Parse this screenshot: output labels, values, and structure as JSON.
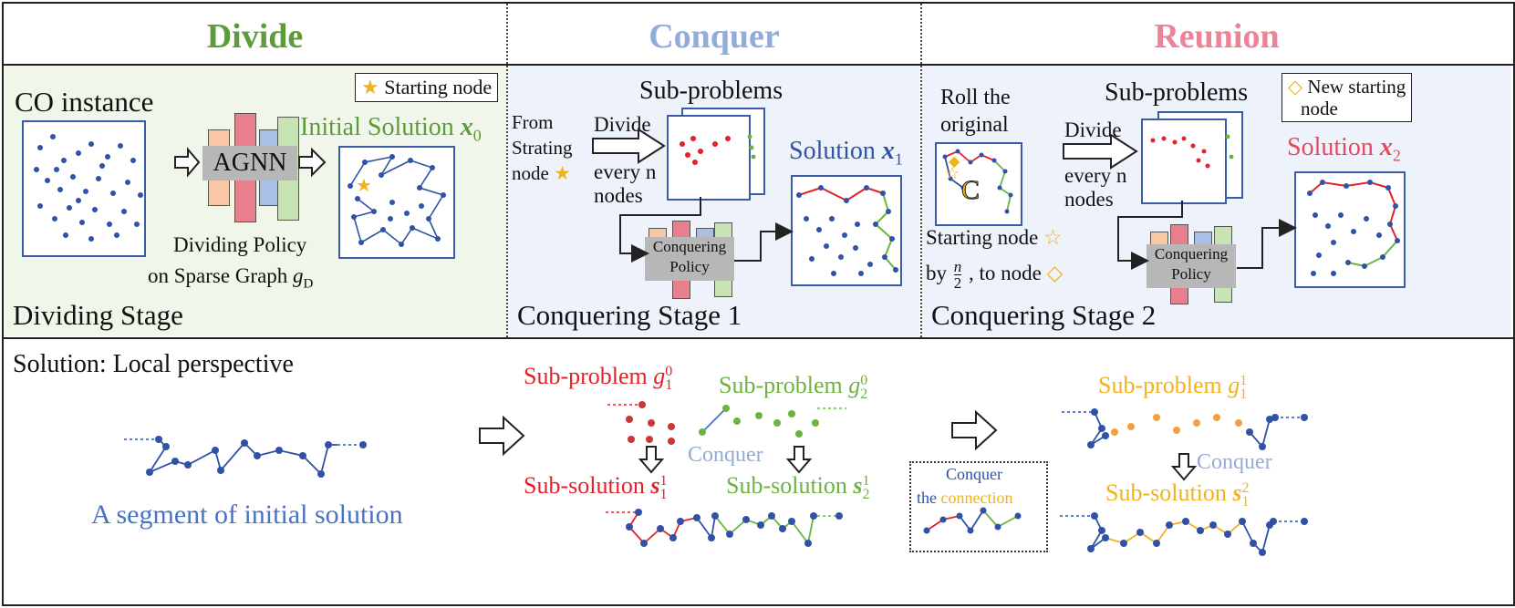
{
  "headers": {
    "divide": "Divide",
    "conquer": "Conquer",
    "reunion": "Reunion"
  },
  "colors": {
    "divide": "#5e9b3a",
    "conquer": "#90acdc",
    "reunion": "#ec8397",
    "node_blue": "#2f52a6",
    "red": "#e5202a",
    "green": "#6db33f",
    "yellow": "#f2b21b",
    "panel_green_bg": "#f1f6ea",
    "panel_blue_bg": "#eef3fb"
  },
  "divide_panel": {
    "instance_label": "CO instance",
    "legend_starting": "Starting node",
    "agnn_label": "AGNN",
    "initial_solution_label": "Initial Solution",
    "initial_solution_symbol": "x",
    "initial_solution_sub": "0",
    "policy_line1": "Dividing Policy",
    "policy_line2": "on Sparse Graph",
    "graph_symbol": "g",
    "graph_sub": "D",
    "stage_label": "Dividing Stage"
  },
  "conquer_panel": {
    "subproblems_label": "Sub-problems",
    "from_line1": "From",
    "from_line2": "Strating",
    "from_line3": "node",
    "divide_label": "Divide",
    "every_line1": "every n",
    "every_line2": "nodes",
    "solution_label": "Solution",
    "solution_symbol": "x",
    "solution_sub": "1",
    "policy_line1": "Conquering",
    "policy_line2": "Policy",
    "stage_label": "Conquering Stage 1"
  },
  "reunion_panel": {
    "roll_line1": "Roll the",
    "roll_line2": "original",
    "subproblems_label": "Sub-problems",
    "legend_line1": "New starting",
    "legend_line2": "node",
    "divide_label": "Divide",
    "every_line1": "every n",
    "every_line2": "nodes",
    "solution_label": "Solution",
    "solution_symbol": "x",
    "solution_sub": "2",
    "starting_node_label": "Starting node",
    "by_label": "by",
    "fraction_num": "n",
    "fraction_den": "2",
    "to_node_label": ", to node",
    "policy_line1": "Conquering",
    "policy_line2": "Policy",
    "stage_label": "Conquering Stage 2"
  },
  "bottom_panel": {
    "title": "Solution: Local perspective",
    "segment_label": "A segment of initial solution",
    "subproblem_label": "Sub-problem",
    "subsolution_label": "Sub-solution",
    "g_symbol": "g",
    "s_symbol": "s",
    "sub1": "1",
    "sub2": "2",
    "sup0": "0",
    "sup1": "1",
    "sup2": "2",
    "conquer_label": "Conquer",
    "conquer_box_line1": "Conquer",
    "conquer_box_the": "the",
    "conquer_box_connection": "connection"
  }
}
